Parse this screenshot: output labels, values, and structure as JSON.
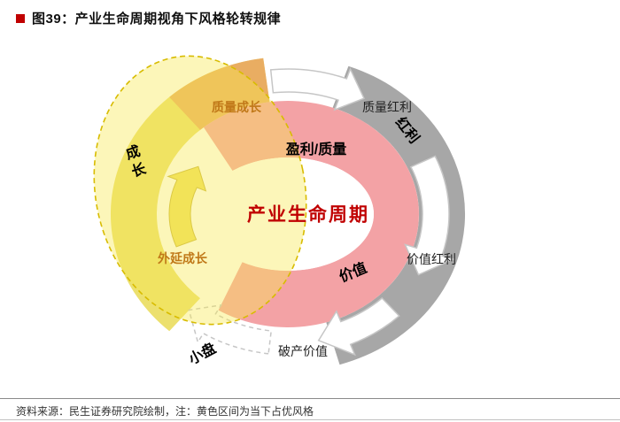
{
  "title": {
    "figure_label": "图39：产业生命周期视角下风格轮转规律"
  },
  "diagram": {
    "center_label": "产业生命周期",
    "labels": {
      "quality_growth": "质量成长",
      "quality_dividend": "质量红利",
      "profit_quality": "盈利/质量",
      "dividend": "红利",
      "value_dividend": "价值红利",
      "value": "价值",
      "bankruptcy_value": "破产价值",
      "small_cap": "小盘",
      "expansion_growth": "外延成长",
      "growth": "成长"
    },
    "colors": {
      "gray_arc": "#a7a7a7",
      "yellow_arc": "#ece06e",
      "orange_segment": "#e9ad62",
      "pink_ring": "#f3a2a5",
      "highlight_overlay": "#f7e94f",
      "overlay_border": "#d8bc00",
      "arrow_fill": "#ffffff",
      "arrow_outline": "#c6c6c6",
      "yellow_arrow": "#efdf5e",
      "center_text": "#c00000",
      "orange_text": "#c07818",
      "accent_red": "#c00000"
    }
  },
  "footer": {
    "source_note": "资料来源：民生证券研究院绘制，注：黄色区间为当下占优风格"
  }
}
